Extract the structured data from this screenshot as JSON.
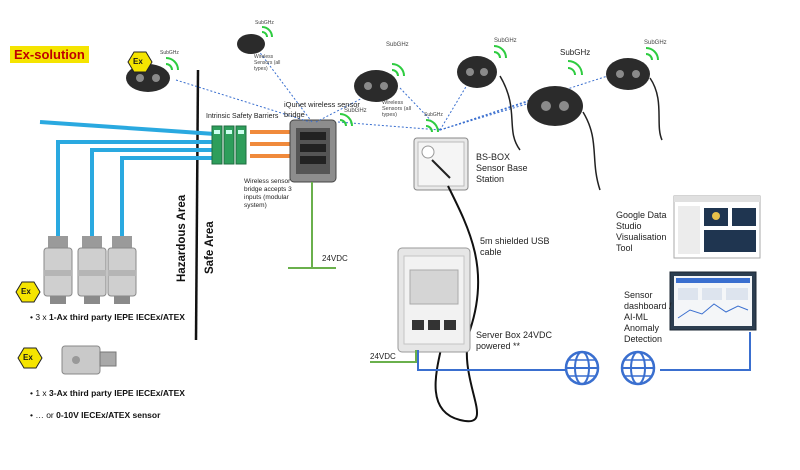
{
  "title": "Ex-solution",
  "zones": {
    "hazardous": "Hazardous Area",
    "safe": "Safe Area"
  },
  "labels": {
    "barriers": "Intrinsic Safety Barriers",
    "bridge_title": "iQunet wireless sensor bridge",
    "bridge_note": "Wireless sensor bridge accepts 3 inputs (modular system)",
    "power_bridge": "24VDC",
    "wireless_sensors": "Wireless Sensors (all types)",
    "wireless_small": "Wireless Sensors (all types)",
    "bsbox": "BS-BOX Sensor Base Station",
    "usb": "5m shielded USB cable",
    "server": "Server Box 24VDC powered **",
    "power_server": "24VDC",
    "google": "Google Data Studio Visualisation Tool",
    "dashboard": "Sensor dashboard / AI-ML Anomaly Detection"
  },
  "subghz": [
    "SubGHz",
    "SubGHz",
    "SubGHz",
    "SubGHz",
    "SubGHz",
    "SubGHz",
    "SubGHz",
    "SubGHz"
  ],
  "ex_mark": "Ex",
  "bullets": [
    {
      "prefix": "3 x ",
      "bold": "1-Ax third party IEPE IECEx/ATEX"
    },
    {
      "prefix": "1 x ",
      "bold": "3-Ax third party IEPE IECEx/ATEX"
    },
    {
      "prefix": "… or  ",
      "bold": "0-10V  IECEx/ATEX sensor"
    }
  ],
  "colors": {
    "cable_blue": "#2aa9e0",
    "cable_orange": "#f08a3c",
    "ground_green": "#6ab04c",
    "net_blue": "#3a6fcf",
    "wifi_green": "#2ecc40",
    "barrier_green": "#2e9e5b"
  }
}
